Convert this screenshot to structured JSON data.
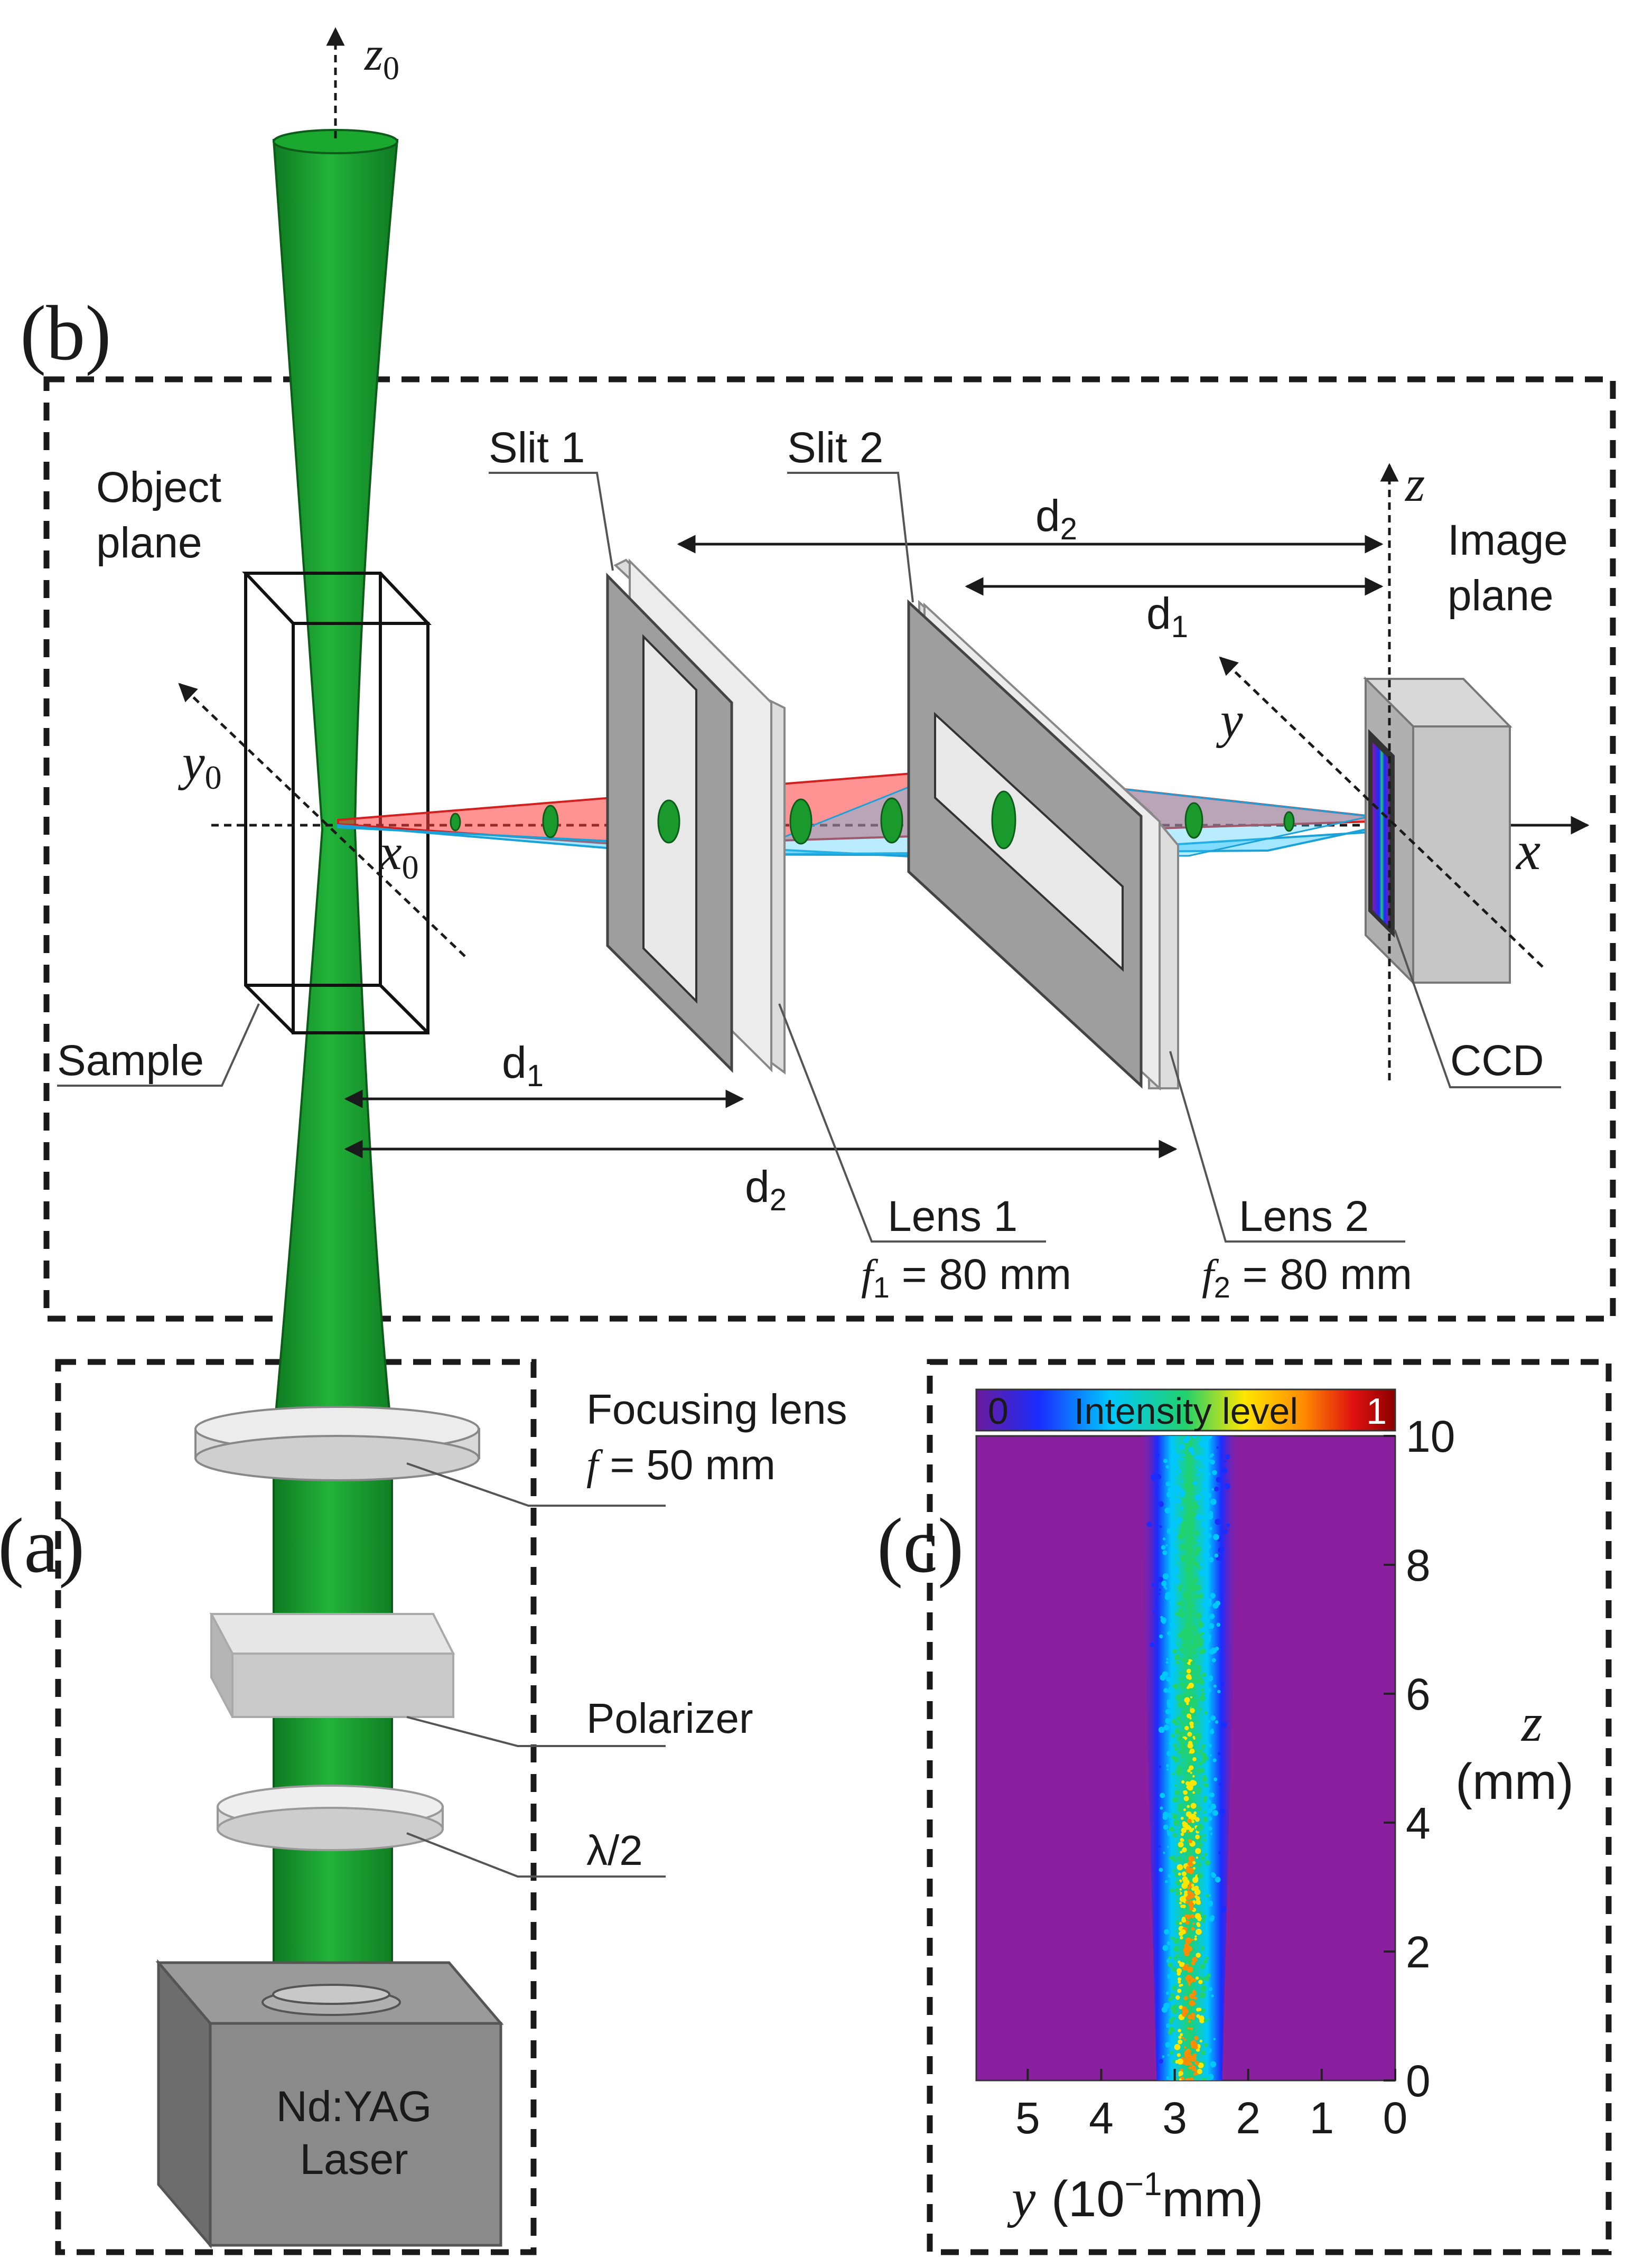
{
  "panels": {
    "a": "(a)",
    "b": "(b)",
    "c": "(c)"
  },
  "axes_labels": {
    "z0": "z0",
    "y0": "y0",
    "x0": "x0",
    "z": "z",
    "y": "y",
    "x": "x"
  },
  "components": {
    "object_plane": [
      "Object",
      "plane"
    ],
    "image_plane": [
      "Image",
      "plane"
    ],
    "slit1": "Slit 1",
    "slit2": "Slit 2",
    "sample": "Sample",
    "ccd": "CCD",
    "lens1": {
      "name": "Lens 1",
      "focal": "f1 = 80 mm"
    },
    "lens2": {
      "name": "Lens 2",
      "focal": "f2 = 80 mm"
    },
    "focusing_lens": {
      "name": "Focusing lens",
      "focal": "f = 50 mm"
    },
    "polarizer": "Polarizer",
    "halfwave": "λ/2",
    "laser": [
      "Nd:YAG",
      "Laser"
    ]
  },
  "distances": {
    "d1": "d1",
    "d2": "d2"
  },
  "intensity_colorbar": {
    "min_label": "0",
    "title": "Intensity level",
    "max_label": "1",
    "colors": [
      "#6a1b9a",
      "#1a2dff",
      "#00c8ff",
      "#21d16b",
      "#ffe600",
      "#ff8c00",
      "#e01010",
      "#8b0000"
    ]
  },
  "chart_data": {
    "type": "heatmap",
    "x_axis": {
      "label": "y (10^-1 mm)",
      "ticks": [
        5,
        4,
        3,
        2,
        1,
        0
      ],
      "range": [
        5.7,
        0
      ],
      "reversed": true
    },
    "y_axis": {
      "label": "z (mm)",
      "ticks": [
        0,
        2,
        4,
        6,
        8,
        10
      ],
      "range": [
        0,
        10
      ]
    },
    "beam_center_y": 2.8,
    "background_color": "#8a1fa0",
    "colormap": [
      "#8a1fa0",
      "#1a2dff",
      "#00c8ff",
      "#21d16b",
      "#ffe600",
      "#ff8c00",
      "#e01010"
    ]
  },
  "tick_text": {
    "y": [
      "5",
      "4",
      "3",
      "2",
      "1",
      "0"
    ],
    "z": [
      "10",
      "8",
      "6",
      "4",
      "2",
      "0"
    ],
    "y_label_var": "y",
    "y_label_unit": "(10",
    "y_label_exp": "−1",
    "y_label_end": "mm)",
    "z_label_var": "z",
    "z_label_unit": "(mm)"
  }
}
